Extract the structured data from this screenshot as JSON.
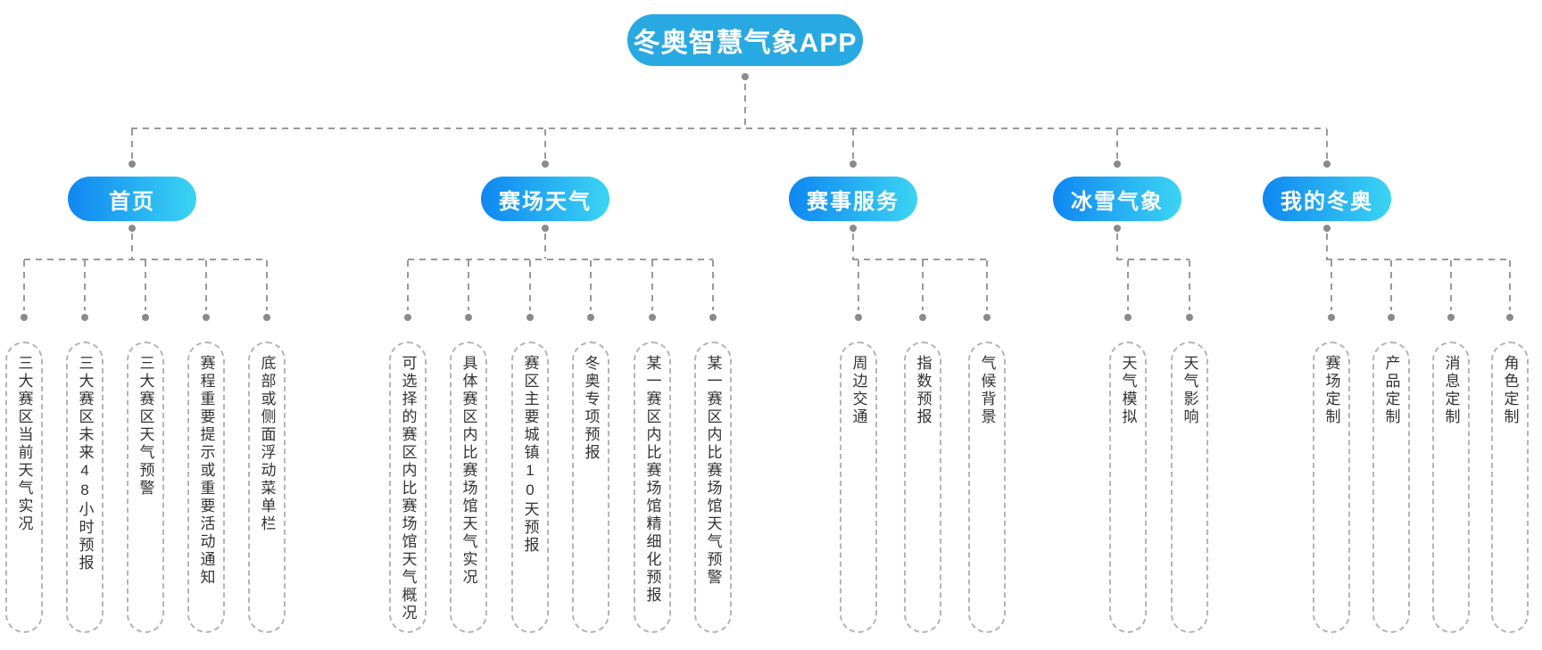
{
  "root": {
    "label": "冬奥智慧气象APP"
  },
  "branches": [
    {
      "label": "首页",
      "children": [
        "三大赛区当前天气实况",
        "三大赛区未来48小时预报",
        "三大赛区天气预警",
        "赛程重要提示或重要活动通知",
        "底部或侧面浮动菜单栏"
      ]
    },
    {
      "label": "赛场天气",
      "children": [
        "可选择的赛区内比赛场馆天气概况",
        "具体赛区内比赛场馆天气实况",
        "赛区主要城镇10天预报",
        "冬奥专项预报",
        "某一赛区内比赛场馆精细化预报",
        "某一赛区内比赛场馆天气预警"
      ]
    },
    {
      "label": "赛事服务",
      "children": [
        "周边交通",
        "指数预报",
        "气候背景"
      ]
    },
    {
      "label": "冰雪气象",
      "children": [
        "天气模拟",
        "天气影响"
      ]
    },
    {
      "label": "我的冬奥",
      "children": [
        "赛场定制",
        "产品定制",
        "消息定制",
        "角色定制"
      ]
    }
  ],
  "colors": {
    "root_pill": "#29a9e2",
    "branch_gradient_start": "#0f87f2",
    "branch_gradient_end": "#3bd4f3",
    "connector_line": "#999999",
    "connector_dot": "#8a8a8a",
    "leaf_border": "#b5b5b5",
    "leaf_text": "#333333",
    "pill_text": "#ffffff"
  }
}
